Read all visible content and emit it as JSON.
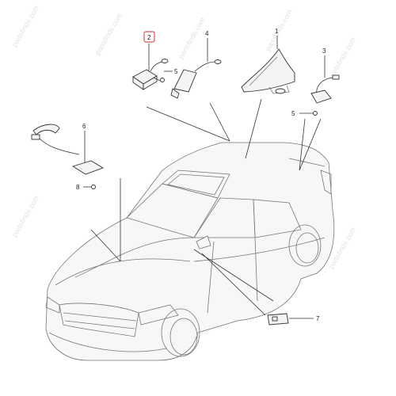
{
  "watermark": "partsfinds.com",
  "callouts": {
    "c1": "1",
    "c2": "2",
    "c3": "3",
    "c4": "4",
    "c5a": "5",
    "c5b": "5",
    "c6": "6",
    "c7": "7",
    "c8": "8"
  },
  "colors": {
    "highlight": "#d62828",
    "line": "#333333"
  }
}
